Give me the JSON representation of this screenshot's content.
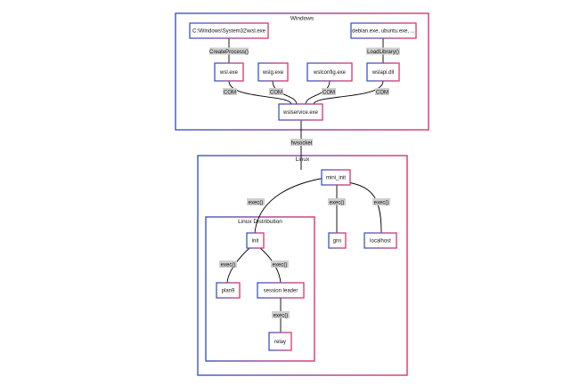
{
  "colors": {
    "border_start": "#3a56c8",
    "border_end": "#e0336a",
    "tag_bg": "#cfcfcf"
  },
  "groups": {
    "windows": {
      "title": "Windows"
    },
    "linux": {
      "title": "Linux"
    },
    "distribution": {
      "title": "Linux Distribution"
    }
  },
  "nodes": {
    "wsl_path": {
      "label": "C:\\Windows\\System32\\wsl.exe"
    },
    "distro_exes": {
      "label": "debian.exe, ubuntu.exe, ..."
    },
    "wsl_exe": {
      "label": "wsl.exe"
    },
    "wslg_exe": {
      "label": "wslg.exe"
    },
    "wslconfig": {
      "label": "wslconfig.exe"
    },
    "wslapi": {
      "label": "wslapi.dll"
    },
    "wslservice": {
      "label": "wslservice.exe"
    },
    "mini_init": {
      "label": "mini_init"
    },
    "gns": {
      "label": "gns"
    },
    "localhost": {
      "label": "localhost"
    },
    "init": {
      "label": "init"
    },
    "plan9": {
      "label": "plan9"
    },
    "session": {
      "label": "session leader"
    },
    "relay": {
      "label": "relay"
    }
  },
  "edge_labels": {
    "create_process": "CreateProcess()",
    "load_library": "LoadLibrary()",
    "com": "COM",
    "hvsocket": "hvsocket",
    "exec": "exec()"
  }
}
